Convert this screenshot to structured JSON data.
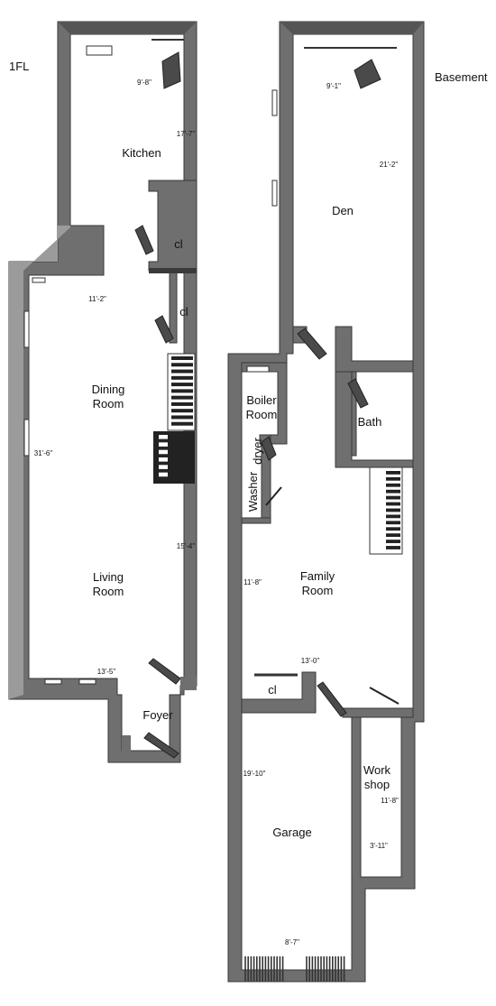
{
  "floors": {
    "first": {
      "label": "1FL"
    },
    "basement": {
      "label": "Basement"
    }
  },
  "rooms": {
    "kitchen": "Kitchen",
    "closet1": "cl",
    "closet2": "cl",
    "dining_line1": "Dining",
    "dining_line2": "Room",
    "living_line1": "Living",
    "living_line2": "Room",
    "foyer": "Foyer",
    "den": "Den",
    "boiler_line1": "Boiler",
    "boiler_line2": "Room",
    "bath": "Bath",
    "washer": "Washer",
    "dryer": "dryer",
    "family_line1": "Family",
    "family_line2": "Room",
    "closet3": "cl",
    "work_line1": "Work",
    "work_line2": "shop",
    "garage": "Garage"
  },
  "dimensions": {
    "kitchen_width": "9'-8\"",
    "kitchen_length": "17'-7\"",
    "dining_width": "11'-2\"",
    "dining_living_length": "31'-6\"",
    "living_length": "15'-4\"",
    "living_width": "13'-5\"",
    "den_width": "9'-1\"",
    "den_length": "21'-2\"",
    "family_length": "11'-8\"",
    "family_width": "13'-0\"",
    "garage_length": "19'-10\"",
    "garage_width": "8'-7\"",
    "workshop_length": "11'-8\"",
    "workshop_width": "3'-11\""
  }
}
